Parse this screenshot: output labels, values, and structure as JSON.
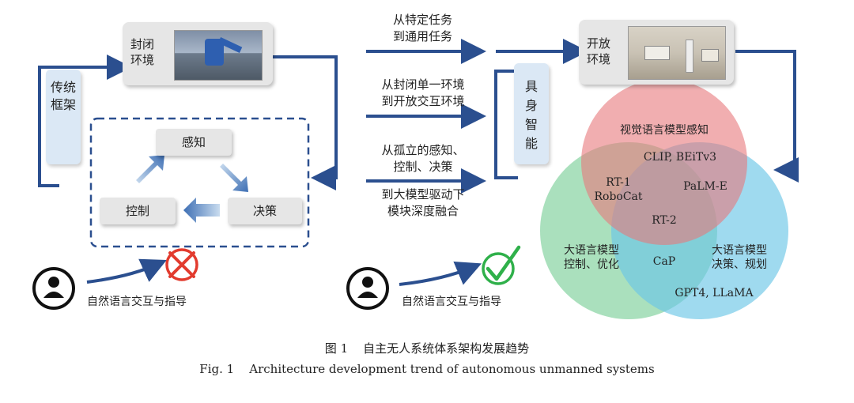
{
  "left": {
    "closed_env": "封闭\n环境",
    "traditional": "传统\n框架",
    "perception": "感知",
    "decision": "决策",
    "control": "控制",
    "nl": "自然语言交互与指导"
  },
  "middle": {
    "t1": "从特定任务\n到通用任务",
    "t2": "从封闭单一环境\n到开放交互环境",
    "t3": "从孤立的感知、\n控制、决策",
    "t4": "到大模型驱动下\n模块深度融合"
  },
  "right": {
    "open_env": "开放\n环境",
    "embodied": "具\n身\n智\n能",
    "nl": "自然语言交互与指导",
    "venn": {
      "vl_title": "视觉语言模型感知",
      "vl_models": "CLIP, BEiTv3",
      "rt1": "RT-1\nRoboCat",
      "palme": "PaLM-E",
      "rt2": "RT-2",
      "llm_control_title": "大语言模型\n控制、优化",
      "cap": "CaP",
      "llm_plan_title": "大语言模型\n决策、规划",
      "gpt": "GPT4, LLaMA"
    }
  },
  "caption": {
    "cn": "图 1    自主无人系统体系架构发展趋势",
    "en": "Fig. 1    Architecture development trend of autonomous unmanned systems"
  },
  "colors": {
    "arrow": "#2b4f8f",
    "vl_circle": "#e8787c",
    "llm_control_circle": "#7ccf9a",
    "llm_plan_circle": "#6cc6e6",
    "cross": "#e23b2e",
    "check": "#2fb04a"
  }
}
